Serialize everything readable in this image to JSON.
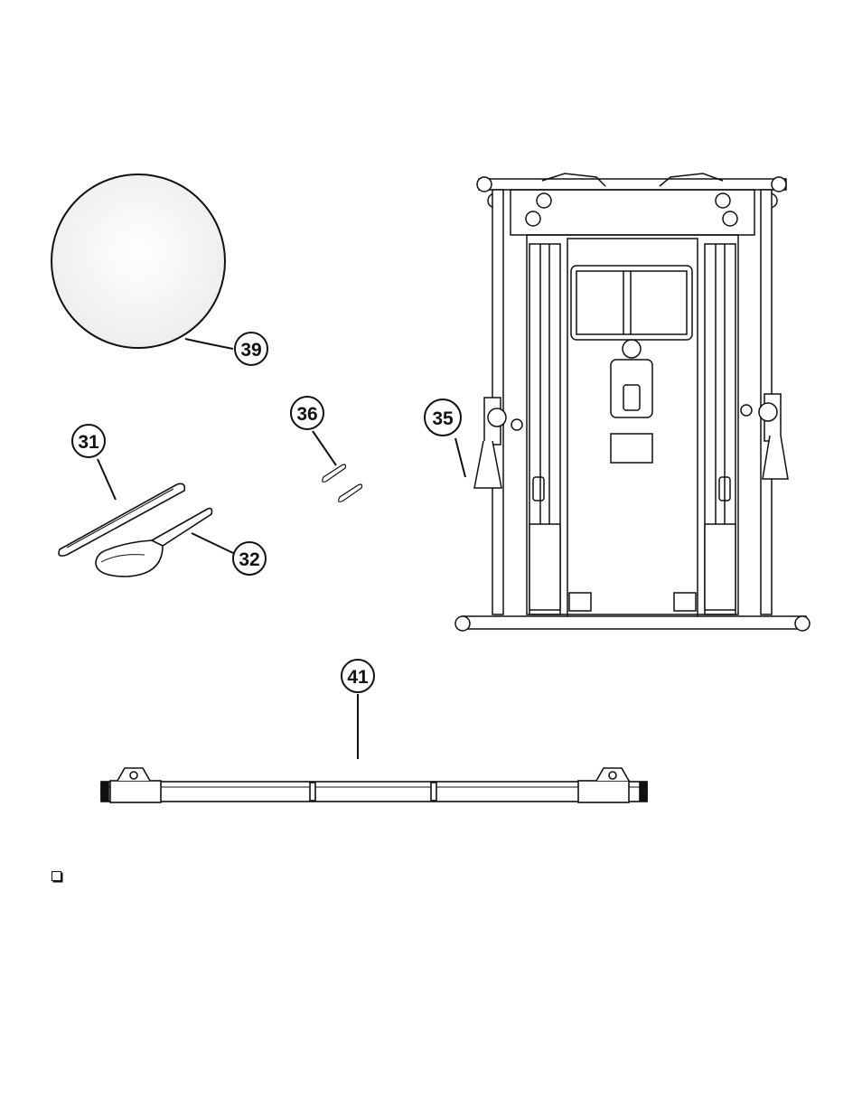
{
  "callouts": {
    "ball": "39",
    "strap": "31",
    "ankle_cuff": "32",
    "snap_hooks": "36",
    "handle": "35",
    "bar": "41"
  },
  "colors": {
    "line": "#111111",
    "ball_fill": "#f2f2f2",
    "part_fill": "#ffffff"
  },
  "footer": {
    "checkbox_icon": "checkbox-icon"
  }
}
